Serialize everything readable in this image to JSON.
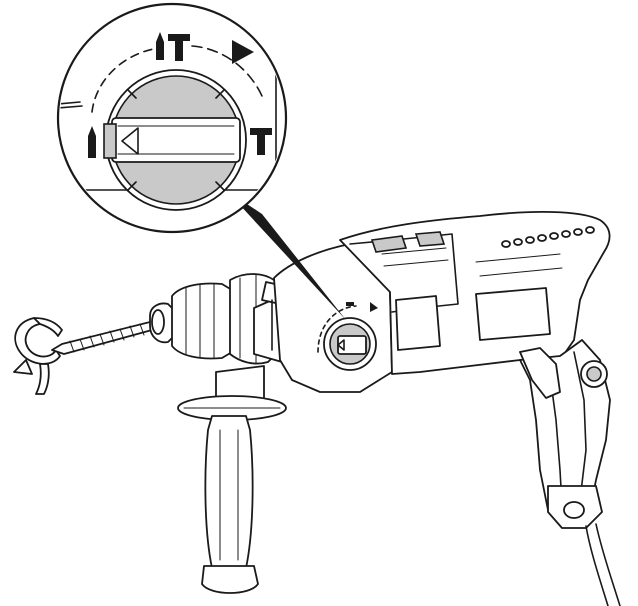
{
  "figure": {
    "subject": "rotary-hammer-drill",
    "mode_selector_positions": [
      "drill",
      "hammer-drill",
      "chisel",
      "lock-arrow"
    ],
    "selected_mode": "drill",
    "rotation_direction": "clockwise",
    "colors": {
      "line": "#1a1a1a",
      "knob_fill": "#c9c9c9",
      "background": "#ffffff"
    },
    "icons": {
      "drill_mode": "drill-bit-icon",
      "hammer_drill_mode": "hammer-drill-icon",
      "chisel_mode": "hammer-icon",
      "arrow_mode": "arrow-right-icon",
      "knob_pointer": "triangle-pointer-icon",
      "rotation": "rotation-arrow-icon"
    }
  }
}
